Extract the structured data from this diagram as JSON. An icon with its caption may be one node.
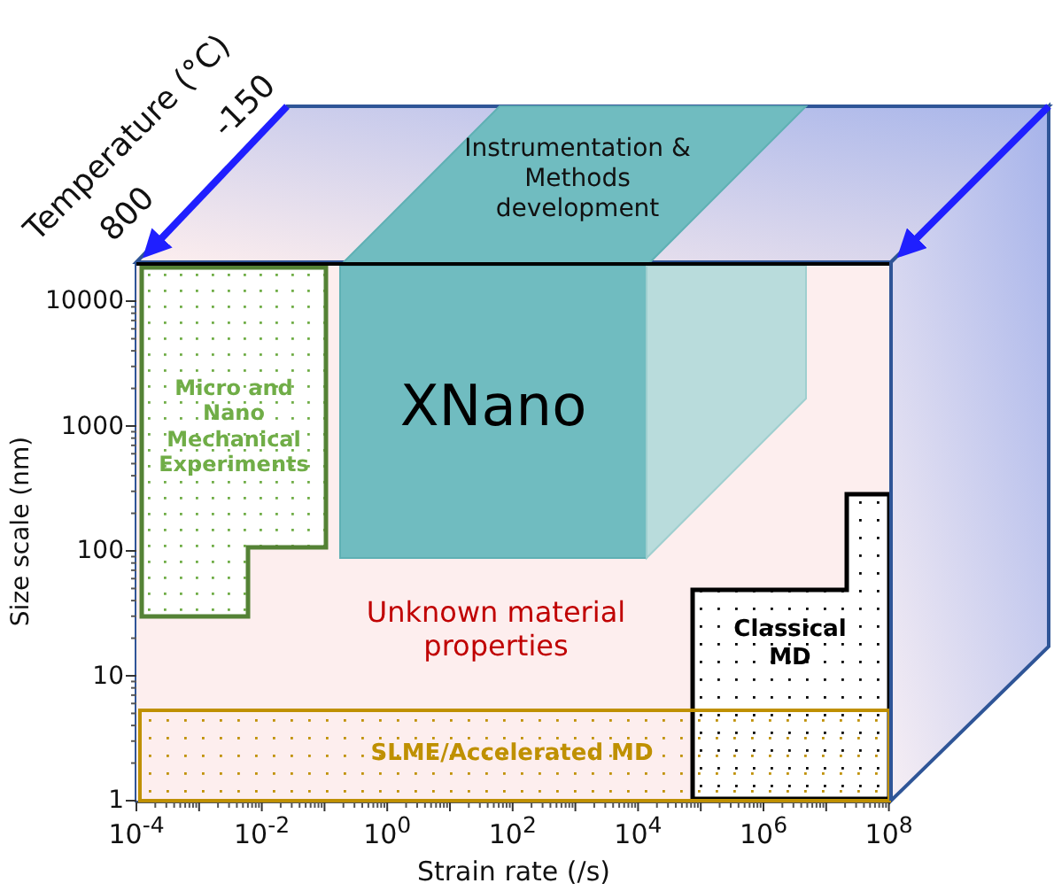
{
  "diagram": {
    "nodes": [
      {
        "text": [
          "Instrumentation & Methods development"
        ]
      },
      {
        "text": [
          "Unknown material properties"
        ]
      },
      {
        "text": [
          "Micro and Nano Mechanical Experiments"
        ],
        "in": 1
      },
      {
        "text": [
          "XNano"
        ],
        "in": 1
      },
      {
        "text": [
          "Classical MD"
        ],
        "in": 1
      },
      {
        "text": [
          "SLME/Accelerated MD"
        ],
        "in": 1
      }
    ],
    "labels": [
      "Temperature (°C)",
      "-150",
      "800",
      "10000",
      "1000",
      "100",
      "10",
      "1",
      "Size scale (nm)",
      "10$^{-4}$",
      "10$^{-2}$",
      "10$^{0}$",
      "10$^{2}$",
      "10$^{4}$",
      "10$^{6}$",
      "10$^{8}$",
      "Strain rate (/s)"
    ]
  }
}
